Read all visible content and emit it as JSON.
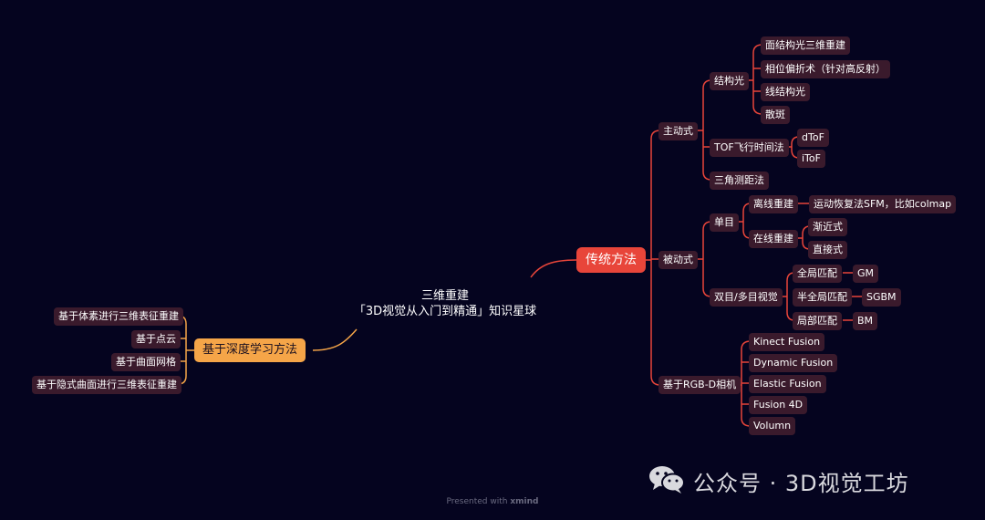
{
  "central": {
    "line1": "三维重建",
    "line2": "「3D视觉从入门到精通」知识星球"
  },
  "traditional": {
    "label": "传统方法",
    "active": {
      "label": "主动式",
      "structured_light": {
        "label": "结构光",
        "items": [
          "面结构光三维重建",
          "相位偏折术（针对高反射）",
          "线结构光",
          "散斑"
        ]
      },
      "tof": {
        "label": "TOF飞行时间法",
        "items": [
          "dToF",
          "iToF"
        ]
      },
      "triangulation": "三角测距法"
    },
    "passive": {
      "label": "被动式",
      "mono": {
        "label": "单目",
        "offline": {
          "label": "离线重建",
          "item": "运动恢复法SFM，比如colmap"
        },
        "online": {
          "label": "在线重建",
          "items": [
            "渐近式",
            "直接式"
          ]
        }
      },
      "stereo": {
        "label": "双目/多目视觉",
        "global": {
          "label": "全局匹配",
          "item": "GM"
        },
        "semi": {
          "label": "半全局匹配",
          "item": "SGBM"
        },
        "local": {
          "label": "局部匹配",
          "item": "BM"
        }
      }
    },
    "rgbd": {
      "label": "基于RGB-D相机",
      "items": [
        "Kinect Fusion",
        "Dynamic Fusion",
        "Elastic Fusion",
        "Fusion 4D",
        "Volumn"
      ]
    }
  },
  "deep": {
    "label": "基于深度学习方法",
    "items": [
      "基于体素进行三维表征重建",
      "基于点云",
      "基于曲面网格",
      "基于隐式曲面进行三维表征重建"
    ]
  },
  "watermark": "公众号 · 3D视觉工坊",
  "footer": {
    "prefix": "Presented with",
    "brand": "xmind"
  },
  "colors": {
    "background": "#05041f",
    "branch_red": "#e8453a",
    "branch_orange": "#f5a548",
    "node_bg": "#3a1a2c"
  }
}
